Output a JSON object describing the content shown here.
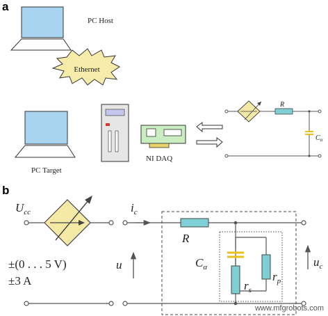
{
  "panel_a": {
    "label": "a",
    "pc_host": "PC Host",
    "ethernet": "Ethernet",
    "pc_target": "PC Target",
    "ni_daq": "NI DAQ",
    "resistor_label": "R",
    "capacitor_label": "C",
    "capacitor_subscript": "α"
  },
  "panel_b": {
    "label": "b",
    "u_cc_main": "U",
    "u_cc_sub": "cc",
    "range_v": "±(0 . . . 5 V)",
    "range_a": "±3 A",
    "u_label": "u",
    "i_c_main": "i",
    "i_c_sub": "c",
    "r_label": "R",
    "c_alpha_main": "C",
    "c_alpha_sub": "α",
    "r_s_main": "r",
    "r_s_sub": "s",
    "r_p_main": "r",
    "r_p_sub": "p",
    "u_c_main": "u",
    "u_c_sub": "c"
  },
  "watermark": "www.mfgrobots.com",
  "colors": {
    "screen": "#a9d4ef",
    "component_teal": "#7fd0d4",
    "source_yellow": "#f5e9a6",
    "capacitor_yellow": "#e8c21a",
    "ethernet_fill": "#f6eba8",
    "daq_green": "#c9ecc0"
  }
}
